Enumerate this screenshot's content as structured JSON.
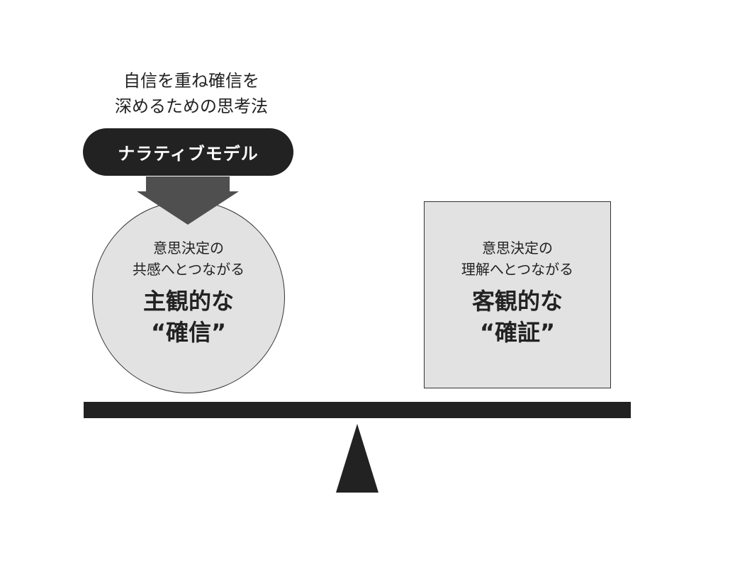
{
  "heading": {
    "line1": "自信を重ね確信を",
    "line2": "深めるための思考法"
  },
  "pill": {
    "label": "ナラティブモデル"
  },
  "left": {
    "shape": "circle",
    "sub_line1": "意思決定の",
    "sub_line2": "共感へとつながる",
    "main_line1": "主観的な",
    "main_line2": "“確信”"
  },
  "right": {
    "shape": "square",
    "sub_line1": "意思決定の",
    "sub_line2": "理解へとつながる",
    "main_line1": "客観的な",
    "main_line2": "“確証”"
  },
  "colors": {
    "dark": "#222222",
    "arrow": "#4f4f4f",
    "shape_fill": "#e2e2e2",
    "outline": "#333333",
    "background": "#ffffff"
  }
}
